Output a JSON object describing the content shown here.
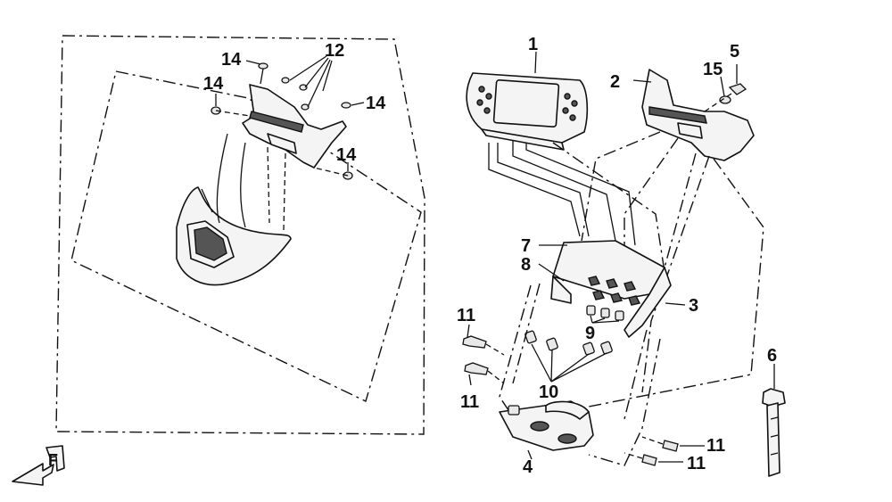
{
  "callouts": {
    "c1": "1",
    "c2": "2",
    "c3": "3",
    "c4": "4",
    "c5": "5",
    "c6": "6",
    "c7": "7",
    "c8": "8",
    "c9": "9",
    "c10": "10",
    "c11a": "11",
    "c11b": "11",
    "c11c": "11",
    "c11d": "11",
    "c12": "12",
    "c14a": "14",
    "c14b": "14",
    "c14c": "14",
    "c14d": "14",
    "c15": "15"
  },
  "icons": {
    "front_arrow": "front-direction-arrow-icon",
    "front_letter": "F"
  }
}
